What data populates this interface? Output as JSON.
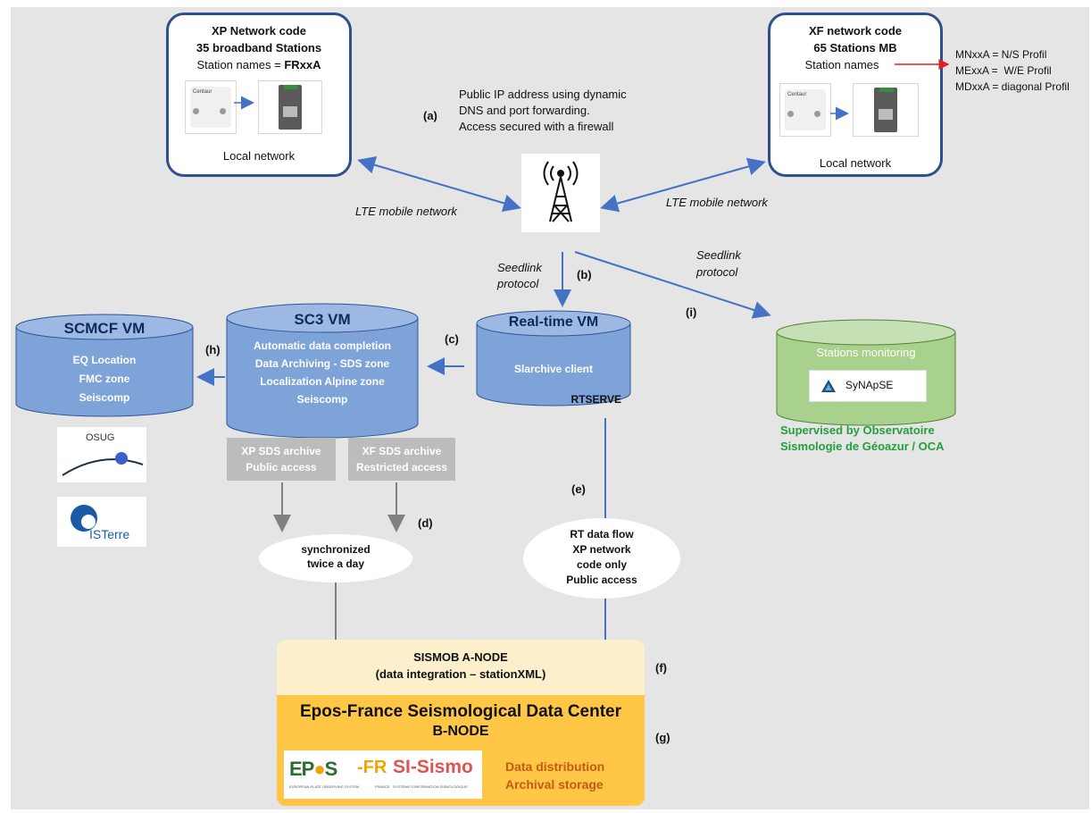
{
  "xp_box": {
    "title1": "XP Network code",
    "title2": "35 broadband Stations",
    "station_prefix": "Station names = ",
    "station_code": "FRxxA",
    "device_brand": "Centaur",
    "local": "Local network"
  },
  "xf_box": {
    "title1": "XF network code",
    "title2": "65 Stations MB",
    "station_names": "Station names",
    "device_brand": "Centaur",
    "local": "Local network",
    "profiles": [
      "MNxxA = N/S Profil",
      "MExxA =  W/E Profil",
      "MDxxA = diagonal Profil"
    ]
  },
  "access_note": {
    "tag": "(a)",
    "lines": [
      "Public IP address using dynamic",
      "DNS and port forwarding.",
      "Access secured with a firewall"
    ]
  },
  "lte_left": "LTE mobile network",
  "lte_right": "LTE mobile network",
  "seedlink_b": {
    "line1": "Seedlink",
    "line2": "protocol",
    "tag": "(b)"
  },
  "seedlink_i": {
    "line1": "Seedlink",
    "line2": "protocol",
    "tag": "(i)"
  },
  "realtime_vm": {
    "title": "Real-time VM",
    "client": "Slarchive client",
    "server": "RTSERVE"
  },
  "sc3_vm": {
    "tag": "(c)",
    "title": "SC3 VM",
    "lines": [
      "Automatic data completion",
      "Data Archiving - SDS zone",
      "Localization Alpine zone",
      "Seiscomp"
    ]
  },
  "scmcf_vm": {
    "tag": "(h)",
    "title": "SCMCF VM",
    "lines": [
      "EQ Location",
      "FMC zone",
      "Seiscomp"
    ]
  },
  "monitoring": {
    "title": "Stations monitoring",
    "tool": "SyNApSE",
    "supervised1": "Supervised by Observatoire",
    "supervised2": "Sismologie de Géoazur / OCA"
  },
  "logos": {
    "osug": "OSUG",
    "isterre": "ISTerre"
  },
  "xp_archive": {
    "line1": "XP SDS archive",
    "line2": "Public access"
  },
  "xf_archive": {
    "line1": "XF SDS archive",
    "line2": "Restricted access"
  },
  "sync": {
    "tag": "(d)",
    "line1": "synchronized",
    "line2": "twice a day"
  },
  "rt_flow": {
    "tag": "(e)",
    "lines": [
      "RT data flow",
      "XP network",
      "code only",
      "Public access"
    ]
  },
  "a_node": {
    "tag": "(f)",
    "line1": "SISMOB A-NODE",
    "line2": "(data integration – stationXML)"
  },
  "b_node": {
    "tag": "(g)",
    "title": "Epos-France Seismological Data Center",
    "subtitle": "B-NODE",
    "dist1": "Data distribution",
    "dist2": "Archival storage",
    "epos_logo": "EP",
    "epos_logo2": "S",
    "epos_fr": "-FR",
    "epos_france": "FRANCE",
    "epos_small": "EUROPEAN PLATE OBSERVING SYSTEM",
    "sisismo": "SI-Sismo",
    "sisismo_small": "SYSTÈME D'INFORMATION SISMOLOGIQUE"
  },
  "colors": {
    "arrow_blue": "#4472c4",
    "cyl_blue": "#7ea3d9",
    "green": "#22a03c",
    "orange": "#c55a11",
    "grey_arrow": "#7f7f7f"
  }
}
